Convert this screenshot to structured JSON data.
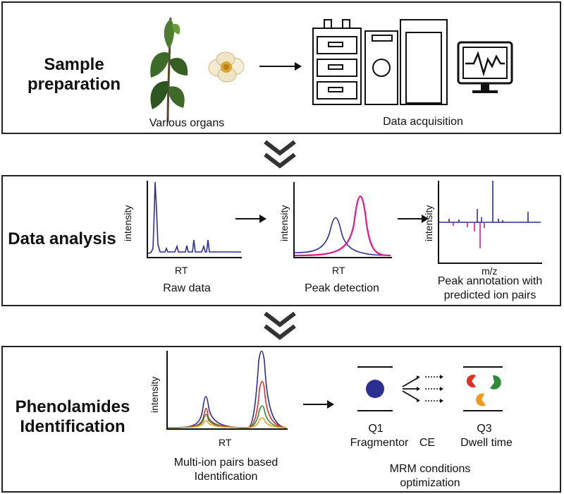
{
  "panels": {
    "sample": {
      "title_line1": "Sample",
      "title_line2": "preparation",
      "organs_caption": "Various organs",
      "acquisition_caption": "Data acquisition"
    },
    "analysis": {
      "title": "Data analysis",
      "raw": {
        "ylabel": "intensity",
        "xlabel": "RT",
        "caption": "Raw data"
      },
      "peak": {
        "ylabel": "intensity",
        "xlabel": "RT",
        "caption": "Peak detection"
      },
      "annotation": {
        "ylabel": "intensity",
        "xlabel": "m/z",
        "caption_line1": "Peak annotation with",
        "caption_line2": "predicted ion pairs"
      }
    },
    "identification": {
      "title_line1": "Phenolamides",
      "title_line2": "Identification",
      "chrom": {
        "ylabel": "intensity",
        "xlabel": "RT",
        "caption_line1": "Multi-ion pairs based",
        "caption_line2": "Identification"
      },
      "mrm": {
        "q1": "Q1",
        "q3": "Q3",
        "fragmentor": "Fragmentor",
        "ce": "CE",
        "dwell": "Dwell time",
        "caption_line1": "MRM conditions",
        "caption_line2": "optimization"
      }
    }
  },
  "colors": {
    "navy": "#2b2f8f",
    "magenta": "#e0198a",
    "red": "#e0302a",
    "green": "#2f8a3a",
    "orange": "#f39a1c",
    "leaf": "#3f6b2a",
    "dark": "#222222"
  }
}
